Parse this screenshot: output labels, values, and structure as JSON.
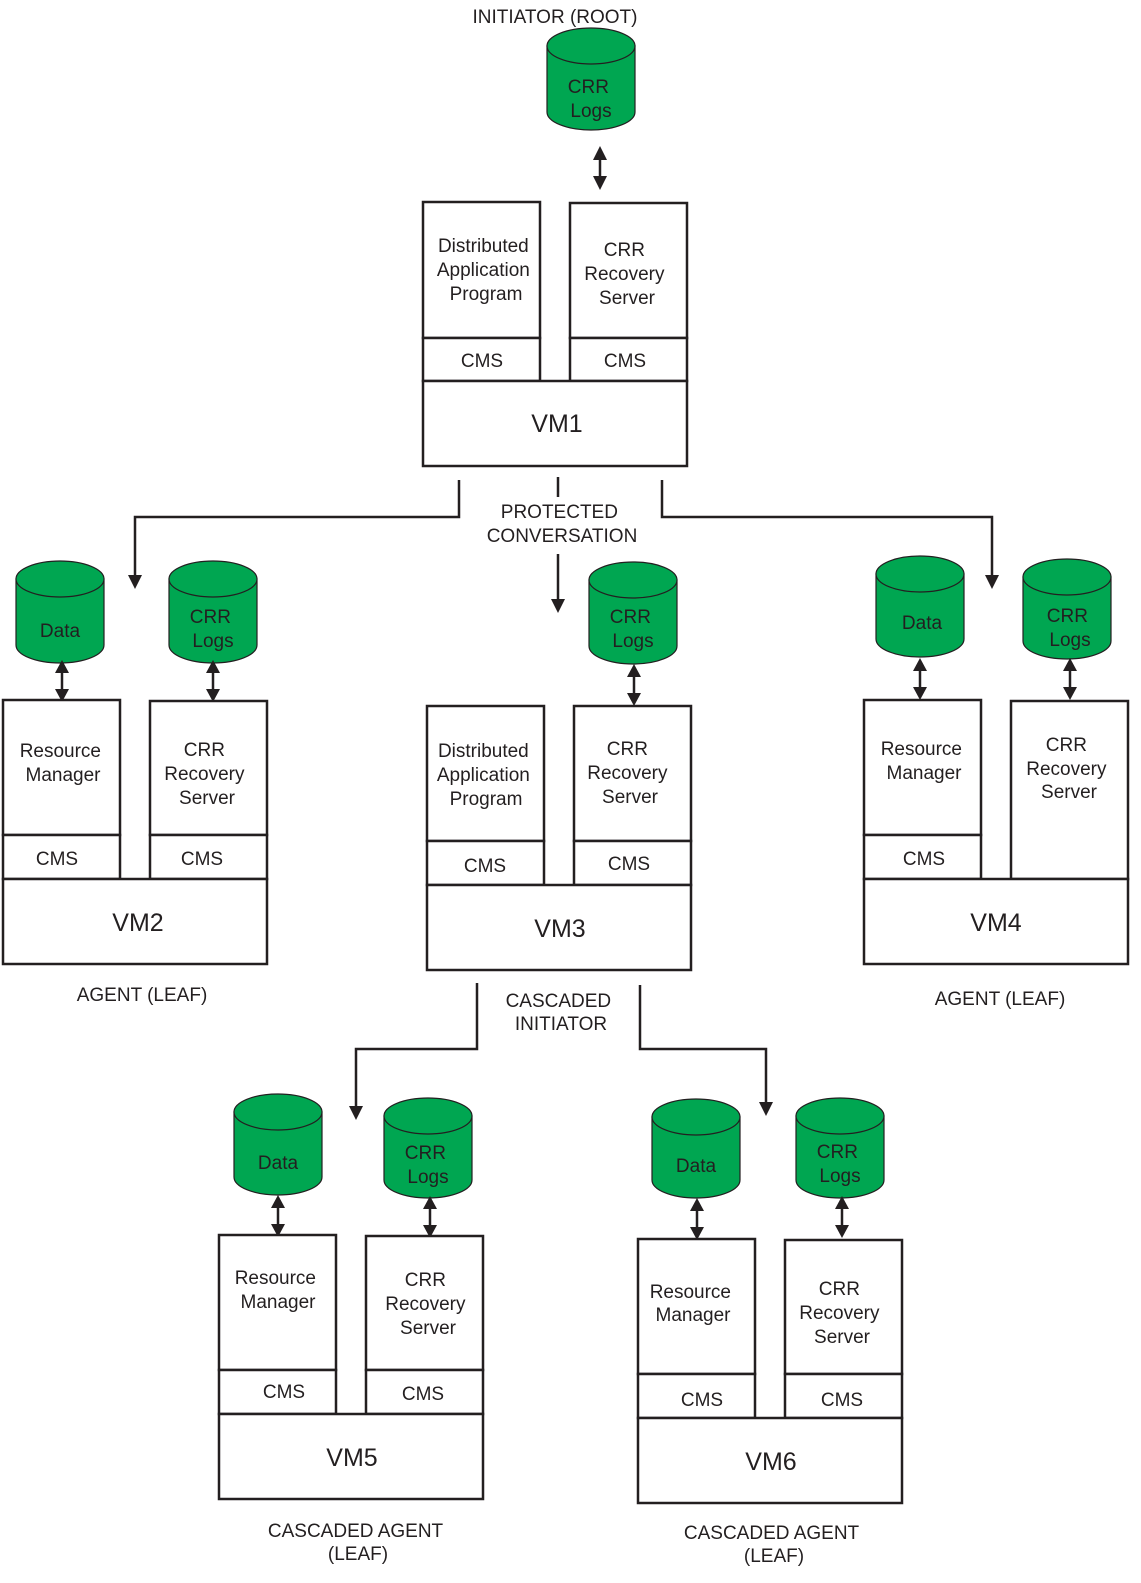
{
  "colors": {
    "storage": "#00a651",
    "ink": "#231f20",
    "background": "#ffffff"
  },
  "labels": {
    "initiator": "INITIATOR (ROOT)",
    "protected_conversation": [
      "PROTECTED",
      "CONVERSATION"
    ],
    "cascaded_initiator": [
      "CASCADED",
      "INITIATOR"
    ],
    "agent_leaf_left": "AGENT (LEAF)",
    "agent_leaf_right": "AGENT (LEAF)",
    "cascaded_agent_left": [
      "CASCADED AGENT",
      "(LEAF)"
    ],
    "cascaded_agent_right": [
      "CASCADED AGENT",
      "(LEAF)"
    ]
  },
  "vms": [
    {
      "id": "vm1",
      "name": "VM1",
      "role": "initiator",
      "left": {
        "label": [
          "Distributed",
          "Application",
          "Program"
        ],
        "cms": "CMS"
      },
      "right": {
        "label": [
          "CRR",
          "Recovery",
          "Server"
        ],
        "cms": "CMS"
      },
      "logs": [
        "CRR",
        "Logs"
      ],
      "data": null
    },
    {
      "id": "vm2",
      "name": "VM2",
      "role": "agent",
      "left": {
        "label": [
          "Resource",
          "Manager"
        ],
        "cms": "CMS"
      },
      "right": {
        "label": [
          "CRR",
          "Recovery",
          "Server"
        ],
        "cms": "CMS"
      },
      "logs": [
        "CRR",
        "Logs"
      ],
      "data": "Data"
    },
    {
      "id": "vm3",
      "name": "VM3",
      "role": "cascaded-initiator",
      "left": {
        "label": [
          "Distributed",
          "Application",
          "Program"
        ],
        "cms": "CMS"
      },
      "right": {
        "label": [
          "CRR",
          "Recovery",
          "Server"
        ],
        "cms": "CMS"
      },
      "logs": [
        "CRR",
        "Logs"
      ],
      "data": null
    },
    {
      "id": "vm4",
      "name": "VM4",
      "role": "agent",
      "left": {
        "label": [
          "Resource",
          "Manager"
        ],
        "cms": "CMS"
      },
      "right": {
        "label": [
          "CRR",
          "Recovery",
          "Server"
        ],
        "cms": null
      },
      "logs": [
        "CRR",
        "Logs"
      ],
      "data": "Data"
    },
    {
      "id": "vm5",
      "name": "VM5",
      "role": "cascaded-agent",
      "left": {
        "label": [
          "Resource",
          "Manager"
        ],
        "cms": "CMS"
      },
      "right": {
        "label": [
          "CRR",
          "Recovery",
          "Server"
        ],
        "cms": "CMS"
      },
      "logs": [
        "CRR",
        "Logs"
      ],
      "data": "Data"
    },
    {
      "id": "vm6",
      "name": "VM6",
      "role": "cascaded-agent",
      "left": {
        "label": [
          "Resource",
          "Manager"
        ],
        "cms": "CMS"
      },
      "right": {
        "label": [
          "CRR",
          "Recovery",
          "Server"
        ],
        "cms": "CMS"
      },
      "logs": [
        "CRR",
        "Logs"
      ],
      "data": "Data"
    }
  ]
}
